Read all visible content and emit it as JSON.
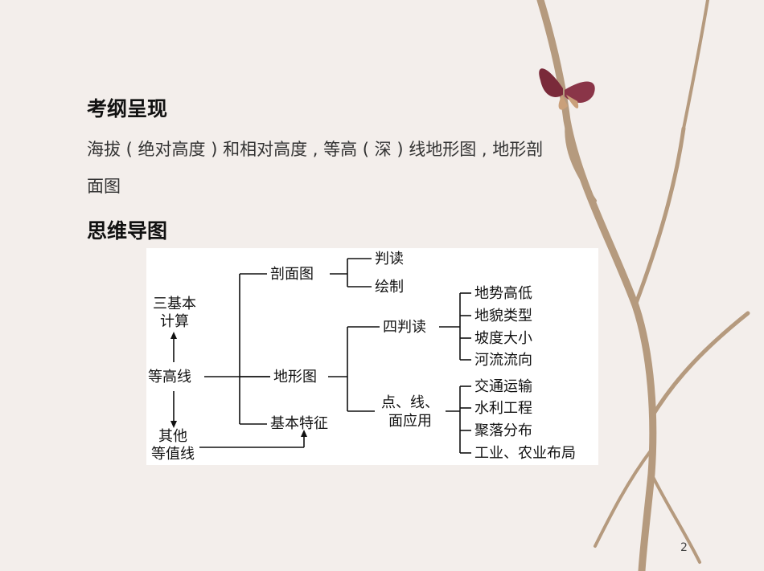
{
  "heading": {
    "exam_outline": "考纲呈现",
    "mind_map": "思维导图"
  },
  "syllabus": {
    "line1": "海拔 ( 绝对高度 ) 和相对高度 , 等高 ( 深 ) 线地形图 , 地形剖",
    "line2": "面图"
  },
  "diagram": {
    "nodes": {
      "three_calc_1": "三基本",
      "three_calc_2": "计算",
      "contour": "等高线",
      "other_1": "其他",
      "other_2": "等值线",
      "profile": "剖面图",
      "read": "判读",
      "draw": "绘制",
      "topo_map": "地形图",
      "basic_feature": "基本特征",
      "four_read": "四判读",
      "terrain_height": "地势高低",
      "landform_type": "地貌类型",
      "slope": "坡度大小",
      "river_flow": "河流流向",
      "pld_1": "点、线、",
      "pld_2": "面应用",
      "transport": "交通运输",
      "water_project": "水利工程",
      "settlement": "聚落分布",
      "industry_agri": "工业、农业布局"
    }
  },
  "page_number": "2"
}
